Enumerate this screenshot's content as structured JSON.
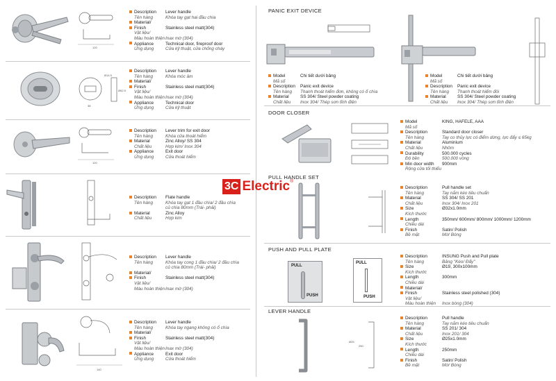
{
  "logo": {
    "prefix": "3C",
    "text": "Electric",
    "mark": "®",
    "bg": "#d9211c",
    "accent": "#e8832a"
  },
  "sections": {
    "panic": "PANIC EXIT DEVICE",
    "closer": "DOOR CLOSER",
    "pullset": "PULL HANDLE SET",
    "plate": "PUSH AND PULL PLATE",
    "lever": "LEVER HANDLE"
  },
  "left": [
    {
      "rows": [
        {
          "k": "Description",
          "ki": "Tên hàng",
          "v": "Lever handle",
          "vi": "Khóa tay gạt hai đầu chìa"
        },
        {
          "k": "Material/",
          "ki": "",
          "v": "",
          "vi": ""
        },
        {
          "k": "Finish",
          "ki": "Vật liệu/",
          "v": "Stainless steel matt(304)",
          "vi": ""
        },
        {
          "k": "",
          "ki": "Màu hoàn thiện",
          "v": "",
          "vi": "Inax mờ (304)"
        },
        {
          "k": "Appliance",
          "ki": "Ứng dụng",
          "v": "Technical door, fireproof door",
          "vi": "Cửa kỹ thuật, cửa chống cháy"
        }
      ],
      "dims": [
        "120"
      ]
    },
    {
      "rows": [
        {
          "k": "Description",
          "ki": "Tên hàng",
          "v": "Lever handle",
          "vi": "Khóa móc âm"
        },
        {
          "k": "Material/",
          "ki": "",
          "v": "",
          "vi": ""
        },
        {
          "k": "Finish",
          "ki": "Vật liệu/",
          "v": "Stainless steel matt(304)",
          "vi": ""
        },
        {
          "k": "",
          "ki": "Màu hoàn thiện",
          "v": "",
          "vi": "Inax mờ (304)"
        },
        {
          "k": "Appliance",
          "ki": "Ứng dụng",
          "v": "Technical door",
          "vi": "Cửa kỹ thuật"
        }
      ],
      "dims": [
        "Ø14.5",
        "Ø62.5",
        "38"
      ]
    },
    {
      "rows": [
        {
          "k": "Description",
          "ki": "Tên hàng",
          "v": "Lever trim for exit door",
          "vi": "Khóa cửa thoát hiểm"
        },
        {
          "k": "Material",
          "ki": "Chất liệu",
          "v": "Zinc Alloy/ SS 304",
          "vi": "Hợp kim/ Inox 304"
        },
        {
          "k": "Appliance",
          "ki": "Ứng dụng",
          "v": "Exit door",
          "vi": "Cửa thoát hiểm"
        }
      ],
      "dims": [
        "120"
      ]
    },
    {
      "rows": [
        {
          "k": "Description",
          "ki": "Tên hàng",
          "v": "Flate handle",
          "vi": "Khóa tay gạt 1 đầu chìa/ 2 đầu chìa"
        },
        {
          "k": "",
          "ki": "",
          "v": "",
          "vi": "củ chìa 80mm (Trái- phải)"
        },
        {
          "k": "Material",
          "ki": "Chất liệu",
          "v": "Zinc Alloy",
          "vi": "Hợp kim"
        }
      ],
      "dims": []
    },
    {
      "rows": [
        {
          "k": "Description",
          "ki": "Tên hàng",
          "v": "Lever handle",
          "vi": "Khóa tay cong 1 đầu chìa/ 2 đầu chìa"
        },
        {
          "k": "",
          "ki": "",
          "v": "",
          "vi": "củ chìa 80mm (Trái- phải)"
        },
        {
          "k": "Material/",
          "ki": "",
          "v": "",
          "vi": ""
        },
        {
          "k": "Finish",
          "ki": "Vật liệu/",
          "v": "Stainless steel matt(304)",
          "vi": ""
        },
        {
          "k": "",
          "ki": "Màu hoàn thiện",
          "v": "",
          "vi": "Inax mờ (304)"
        }
      ],
      "dims": []
    },
    {
      "rows": [
        {
          "k": "Description",
          "ki": "Tên hàng",
          "v": "Lever handle",
          "vi": "Khóa tay ngang không có ổ chìa"
        },
        {
          "k": "Material/",
          "ki": "",
          "v": "",
          "vi": ""
        },
        {
          "k": "Finish",
          "ki": "Vật liệu/",
          "v": "Stainless steel matt(304)",
          "vi": ""
        },
        {
          "k": "",
          "ki": "Màu hoàn thiện",
          "v": "",
          "vi": "Inax mờ (304)"
        },
        {
          "k": "Appliance",
          "ki": "Ứng dụng",
          "v": "Exit door",
          "vi": "Cửa thoát hiểm"
        }
      ],
      "dims": [
        "140"
      ]
    }
  ],
  "panic_specs": [
    {
      "rows": [
        {
          "k": "Model",
          "ki": "Mã số",
          "v": "Chi tiết dưới bảng",
          "vi": ""
        },
        {
          "k": "Description",
          "ki": "Tên hàng",
          "v": "Panic exit device",
          "vi": "Thanh thoát hiểm đơn, không có ổ chìa"
        },
        {
          "k": "Material",
          "ki": "Chất liệu",
          "v": "SS 304/ Steel powder coating",
          "vi": "Inox 304/ Thép sơn tĩnh điện"
        }
      ]
    },
    {
      "rows": [
        {
          "k": "Model",
          "ki": "Mã số",
          "v": "Chi tiết dưới bảng",
          "vi": ""
        },
        {
          "k": "Description",
          "ki": "Tên hàng",
          "v": "Panic exit device",
          "vi": "Thanh thoát hiểm đôi"
        },
        {
          "k": "Material",
          "ki": "Chất liệu",
          "v": "SS 304/ Steel powder coating",
          "vi": "Inox 304/ Thép sơn tĩnh điện"
        }
      ]
    }
  ],
  "closer_specs": {
    "rows": [
      {
        "k": "Model",
        "ki": "Mã số",
        "v": "KING, HAFELE, AAA",
        "vi": ""
      },
      {
        "k": "Description",
        "ki": "Tên hàng",
        "v": "Standard door closer",
        "vi": "Tay co thủy lực có điểm dừng, lực đẩy ≤ 65kg"
      },
      {
        "k": "Material",
        "ki": "Chất liệu",
        "v": "Aluminium",
        "vi": "Nhôm"
      },
      {
        "k": "Durability",
        "ki": "Độ bền",
        "v": "500.000 cycles",
        "vi": "500.000 vòng"
      },
      {
        "k": "Min door width",
        "ki": "Rộng cửa tối thiểu",
        "v": "900mm",
        "vi": ""
      }
    ]
  },
  "pullset_specs": {
    "rows": [
      {
        "k": "Description",
        "ki": "Tên hàng",
        "v": "Pull handle set",
        "vi": "Tay nắm kéo tiêu chuẩn"
      },
      {
        "k": "Material",
        "ki": "Chất liệu",
        "v": "SS 304/ SS 201",
        "vi": "Inox 304/ Inox 201"
      },
      {
        "k": "Size",
        "ki": "Kích thước",
        "v": "Ø32x1.0mm",
        "vi": ""
      },
      {
        "k": "Length",
        "ki": "Chiều dài",
        "v": "350mm/ 600mm/ 800mm/ 1000mm/ 1200mm",
        "vi": ""
      },
      {
        "k": "Finish",
        "ki": "Bề mặt",
        "v": "Satin/ Polish",
        "vi": "Mờ/ Bóng"
      }
    ]
  },
  "plate_specs": {
    "rows": [
      {
        "k": "Description",
        "ki": "Tên hàng",
        "v": "INSUNG Push and Pull plate",
        "vi": "Bảng \"Kéo/ Đẩy\""
      },
      {
        "k": "Size",
        "ki": "Kích thước",
        "v": "Ø19, 300x100mm",
        "vi": ""
      },
      {
        "k": "Length",
        "ki": "Chiều dài",
        "v": "300mm",
        "vi": ""
      },
      {
        "k": "Material/",
        "ki": "",
        "v": "",
        "vi": ""
      },
      {
        "k": "Finish",
        "ki": "Vật liệu/",
        "v": "Stainless steel polished (304)",
        "vi": ""
      },
      {
        "k": "",
        "ki": "Màu hoàn thiện",
        "v": "",
        "vi": "Inox bóng (304)"
      }
    ],
    "plate_labels": {
      "pull": "PULL",
      "push": "PUSH"
    }
  },
  "lever_specs": {
    "rows": [
      {
        "k": "Description",
        "ki": "Tên hàng",
        "v": "Pull handle",
        "vi": "Tay nắm kéo tiêu chuẩn"
      },
      {
        "k": "Material",
        "ki": "Chất liệu",
        "v": "SS 201/ 304",
        "vi": "Inox 201/ 304"
      },
      {
        "k": "Size",
        "ki": "Kích thước",
        "v": "Ø25x1.0mm",
        "vi": ""
      },
      {
        "k": "Length",
        "ki": "Chiều dài",
        "v": "250mm",
        "vi": ""
      },
      {
        "k": "Finish",
        "ki": "Bề mặt",
        "v": "Satin/ Polish",
        "vi": "Mờ/ Bóng"
      }
    ],
    "dims": [
      "Ø25",
      "250"
    ]
  }
}
